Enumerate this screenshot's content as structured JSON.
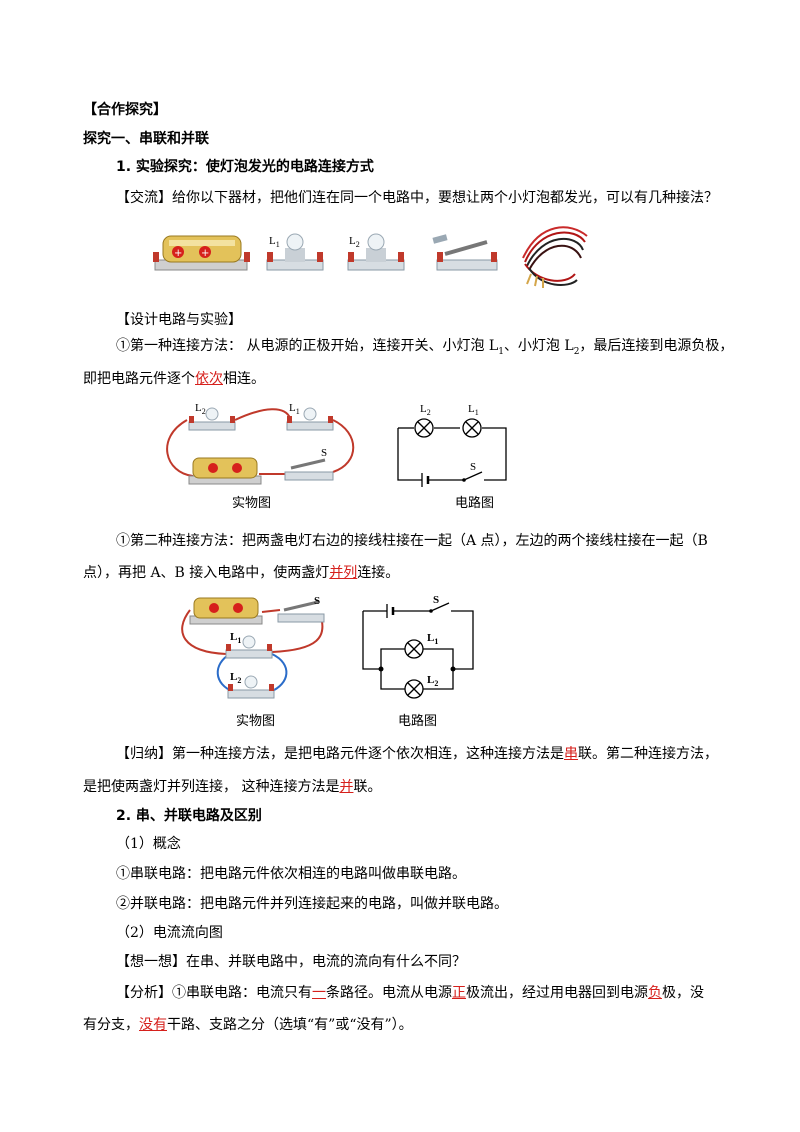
{
  "section_title": "【合作探究】",
  "part1_title": "探究一、串联和并联",
  "sub1_title": "1. 实验探究：使灯泡发光的电路连接方式",
  "exchange": "【交流】给你以下器材，把他们连在同一个电路中，要想让两个小灯泡都发光，可以有几种接法？",
  "equip_labels": {
    "l1": "L",
    "l1_sub": "1",
    "l2": "L",
    "l2_sub": "2"
  },
  "design_title": "【设计电路与实验】",
  "method1": {
    "p1": "①第一种连接方法： 从电源的正极开始，连接开关、小灯泡 L",
    "s1": "1",
    "p2": "、小灯泡 L",
    "s2": "2",
    "p3": "，最后连接到电源负极，",
    "line2_a": "即把电路元件逐个",
    "answer": "依次",
    "line2_b": "相连。"
  },
  "fig1": {
    "cap_real": "实物图",
    "cap_circuit": "电路图",
    "l1": "L",
    "l1_sub": "1",
    "l2": "L",
    "l2_sub": "2",
    "s": "S"
  },
  "method2": {
    "line1": "①第二种连接方法：把两盏电灯右边的接线柱接在一起（A 点），左边的两个接线柱接在一起（B",
    "line2_a": "点），再把 A、B 接入电路中，使两盏灯",
    "answer": "并列",
    "line2_b": "连接。"
  },
  "fig2": {
    "cap_real": "实物图",
    "cap_circuit": "电路图",
    "l1": "L",
    "l1_sub": "1",
    "l2": "L",
    "l2_sub": "2",
    "s": "S"
  },
  "summary": {
    "a": "【归纳】第一种连接方法，是把电路元件逐个依次相连，这种连接方法是",
    "ans1": "串",
    "b": "联。第二种连接方法，",
    "c": "是把使两盏灯并列连接，  这种连接方法是",
    "ans2": "并",
    "d": "联。"
  },
  "sub2_title": "2. 串、并联电路及区别",
  "concept_title": "（1）概念",
  "series_def": "①串联电路：把电路元件依次相连的电路叫做串联电路。",
  "parallel_def": "②并联电路：把电路元件并列连接起来的电路，叫做并联电路。",
  "flow_title": "（2）电流流向图",
  "think": "【想一想】在串、并联电路中，电流的流向有什么不同？",
  "analysis": {
    "a": "【分析】①串联电路：电流只有",
    "ans1": "一",
    "b": "条路径。电流从电源",
    "ans2": "正",
    "c": "极流出，经过用电器回到电源",
    "ans3": "负",
    "d": "极，没",
    "e": "有分支，",
    "ans4": "没有",
    "f": "干路、支路之分（选填“有”或“没有”）。"
  }
}
